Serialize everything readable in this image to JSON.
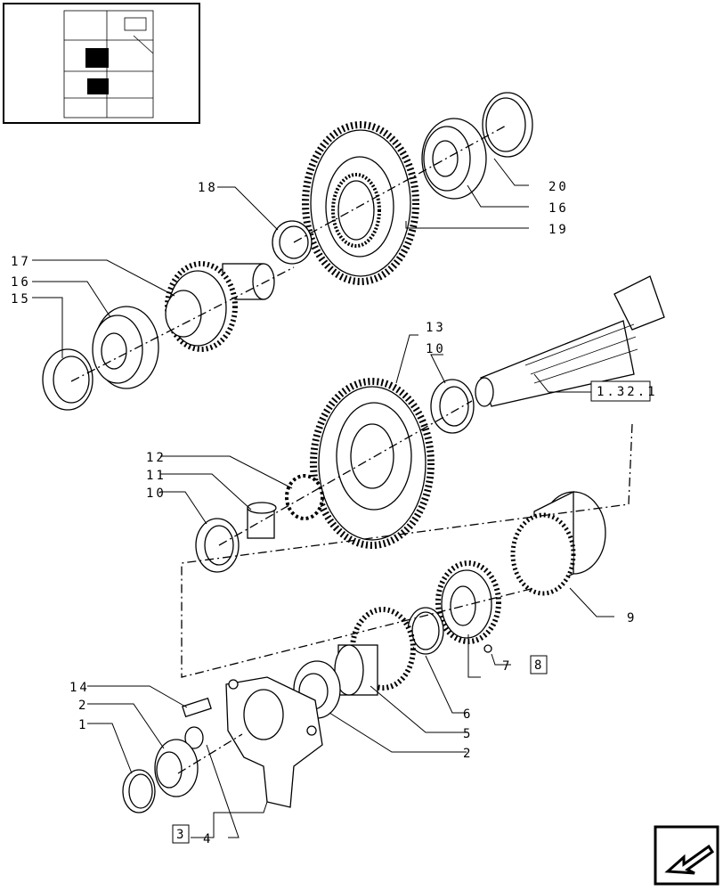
{
  "callouts": {
    "c1": "1",
    "c2a": "2",
    "c2b": "2",
    "c3": "3",
    "c4": "4",
    "c5": "5",
    "c6": "6",
    "c7": "7",
    "c8": "8",
    "c9": "9",
    "c10a": "10",
    "c10b": "10",
    "c11": "11",
    "c12": "12",
    "c13": "13",
    "c14": "14",
    "c15": "15",
    "c16a": "16",
    "c16b": "16",
    "c17": "17",
    "c18": "18",
    "c19": "19",
    "c20": "20",
    "ref_1321": "1.32.1"
  },
  "icons": {
    "thumbnail": "locator-thumbnail-icon",
    "nav": "next-page-arrow-icon"
  }
}
